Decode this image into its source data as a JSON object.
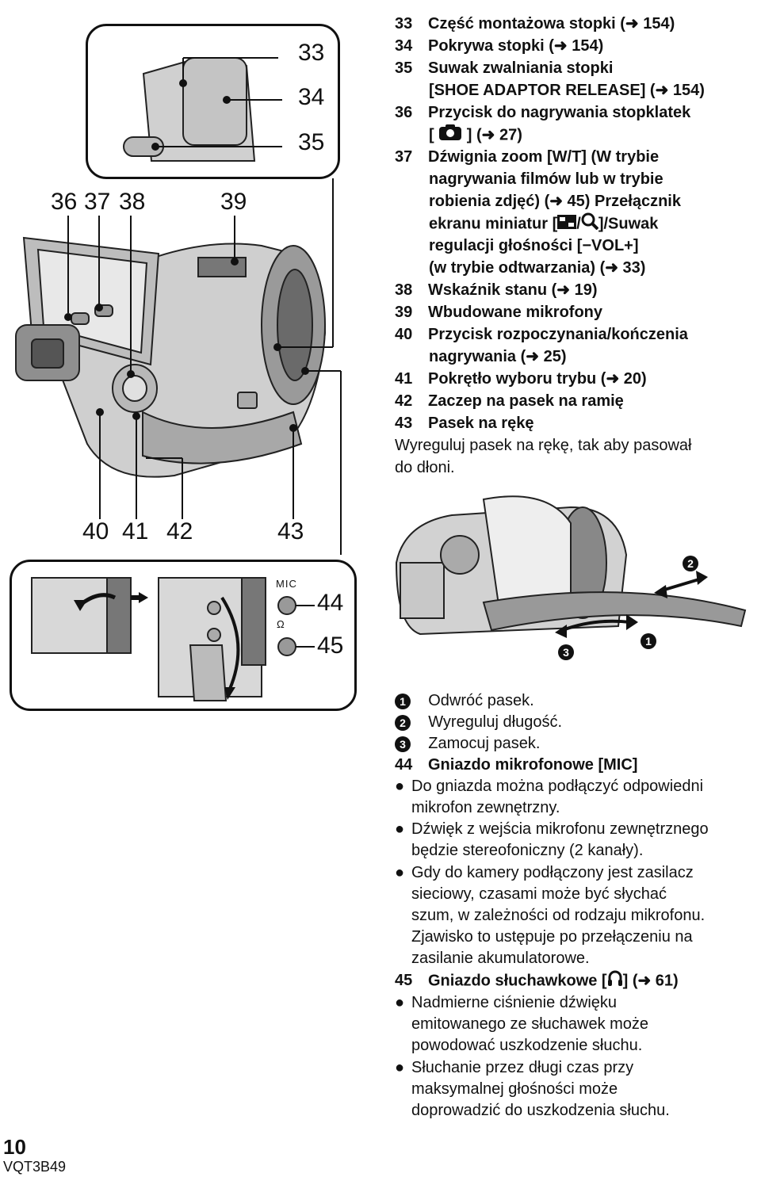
{
  "top_list": [
    {
      "num": "33",
      "lines": [
        "Część montażowa stopki (➜ 154)"
      ]
    },
    {
      "num": "34",
      "lines": [
        "Pokrywa stopki (➜ 154)"
      ]
    },
    {
      "num": "35",
      "lines": [
        "Suwak zwalniania stopki",
        "[SHOE ADAPTOR RELEASE] (➜ 154)"
      ]
    },
    {
      "num": "36",
      "lines": [
        "Przycisk do nagrywania stopklatek"
      ]
    },
    {
      "num": "37",
      "lines": [
        "Dźwignia zoom [W/T] (W trybie",
        "nagrywania filmów lub w trybie",
        "robienia zdjęć) (➜ 45) Przełącznik"
      ]
    },
    {
      "num": "38",
      "lines": [
        "Wskaźnik stanu (➜ 19)"
      ]
    },
    {
      "num": "39",
      "lines": [
        "Wbudowane mikrofony"
      ]
    },
    {
      "num": "40",
      "lines": [
        "Przycisk rozpoczynania/kończenia",
        "nagrywania (➜ 25)"
      ]
    },
    {
      "num": "41",
      "lines": [
        "Pokrętło wyboru trybu (➜ 20)"
      ]
    },
    {
      "num": "42",
      "lines": [
        "Zaczep na pasek na ramię"
      ]
    },
    {
      "num": "43",
      "lines": [
        "Pasek na rękę"
      ]
    }
  ],
  "item36_line2_suffix": "] (➜ 27)",
  "item37_line4_prefix": "ekranu miniatur [",
  "item37_line4_suffix": "]/Suwak",
  "item37_line5": "regulacji głośności [−VOL+]",
  "item37_line6": "(w trybie odtwarzania) (➜ 33)",
  "strap_note": [
    "Wyreguluj pasek na rękę, tak aby pasował",
    "do dłoni."
  ],
  "steps": [
    {
      "marker": "1",
      "text": "Odwróć pasek."
    },
    {
      "marker": "2",
      "text": "Wyreguluj długość."
    },
    {
      "marker": "3",
      "text": "Zamocuj pasek."
    }
  ],
  "item44": {
    "num": "44",
    "title": "Gniazdo mikrofonowe [MIC]",
    "bullets": [
      [
        "Do gniazda można podłączyć odpowiedni",
        "mikrofon zewnętrzny."
      ],
      [
        "Dźwięk z wejścia mikrofonu zewnętrznego",
        "będzie stereofoniczny (2 kanały)."
      ],
      [
        "Gdy do kamery podłączony jest zasilacz",
        "sieciowy, czasami może być słychać",
        "szum, w zależności od rodzaju mikrofonu.",
        "Zjawisko to ustępuje po przełączeniu na",
        "zasilanie akumulatorowe."
      ]
    ]
  },
  "item45": {
    "num": "45",
    "title_prefix": "Gniazdo słuchawkowe [",
    "title_suffix": "] (➜ 61)",
    "bullets": [
      [
        "Nadmierne ciśnienie dźwięku",
        "emitowanego ze słuchawek może",
        "powodować uszkodzenie słuchu."
      ],
      [
        "Słuchanie przez długi czas przy",
        "maksymalnej głośności może",
        "doprowadzić do uszkodzenia słuchu."
      ]
    ]
  },
  "callouts": {
    "c33": "33",
    "c34": "34",
    "c35": "35",
    "c36": "36",
    "c37": "37",
    "c38": "38",
    "c39": "39",
    "c40": "40",
    "c41": "41",
    "c42": "42",
    "c43": "43",
    "c44": "44",
    "c45": "45"
  },
  "jack_label_mic": "MIC",
  "hand_markers": {
    "m1": "1",
    "m2": "2",
    "m3": "3"
  },
  "page_number": "10",
  "doc_code": "VQT3B49",
  "bullet_char": "●"
}
